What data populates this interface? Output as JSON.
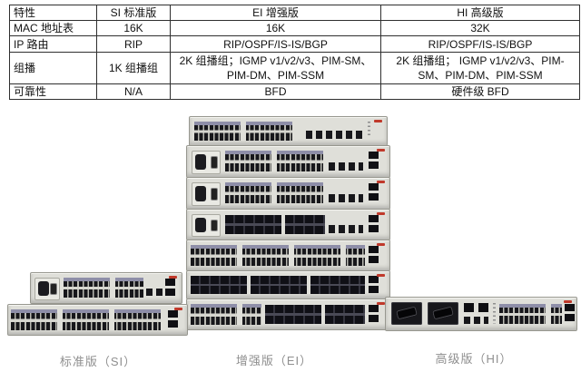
{
  "table": {
    "columns": [
      "特性",
      "SI 标准版",
      "EI 增强版",
      "HI 高级版"
    ],
    "rows": [
      {
        "feature": "MAC 地址表",
        "values": [
          "16K",
          "16K",
          "32K"
        ]
      },
      {
        "feature": "IP 路由",
        "values": [
          "RIP",
          "RIP/OSPF/IS-IS/BGP",
          "RIP/OSPF/IS-IS/BGP"
        ]
      },
      {
        "feature": "组播",
        "values": [
          "1K 组播组",
          "2K 组播组；IGMP v1/v2/v3、PIM-SM、PIM-DM、PIM-SSM",
          "2K 组播组； IGMP v1/v2/v3、PIM-SM、PIM-DM、PIM-SSM"
        ]
      },
      {
        "feature": "可靠性",
        "values": [
          "N/A",
          "BFD",
          "硬件级 BFD"
        ]
      }
    ]
  },
  "products": {
    "si": {
      "label": "标准版（SI）",
      "switch_count": 2
    },
    "ei": {
      "label": "增强版（EI）",
      "switch_count": 7
    },
    "hi": {
      "label": "高级版（HI）",
      "switch_count": 1
    }
  },
  "colors": {
    "table_border": "#2f2f2f",
    "chassis": "#dfdfd9",
    "port_strip": "#8e8ea8",
    "caption_text": "#8f8f8f",
    "vendor_logo": "#c0392b"
  }
}
